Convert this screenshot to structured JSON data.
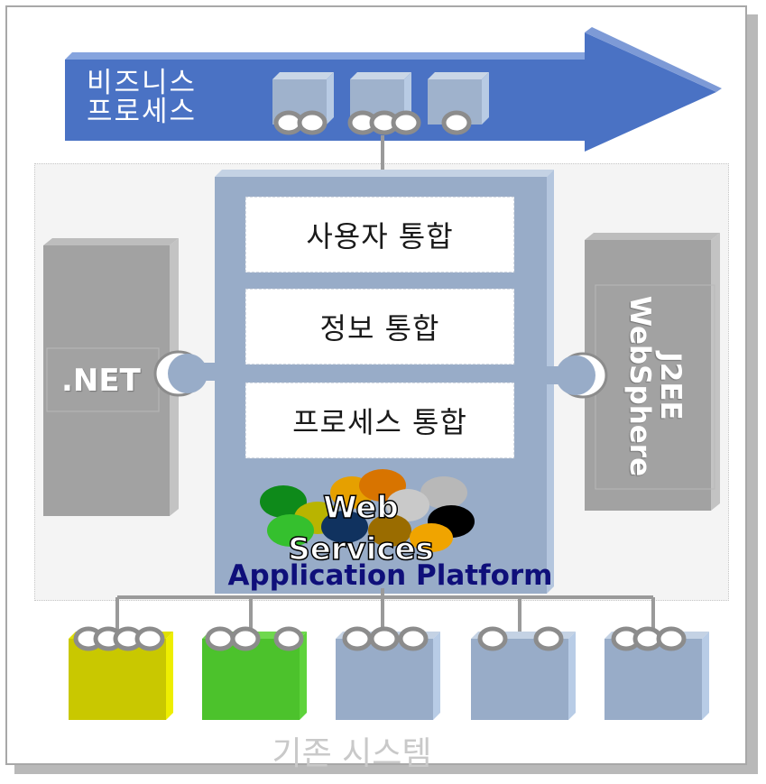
{
  "business_process": {
    "line1": "비즈니스",
    "line2": "프로세스"
  },
  "integration_layers": [
    "사용자 통합",
    "정보 통합",
    "프로세스 통합"
  ],
  "dotnet": {
    "label": ".NET"
  },
  "j2ee": {
    "line1": "J2EE",
    "line2": "WebSphere"
  },
  "web_services": {
    "line1": "Web",
    "line2": "Services"
  },
  "platform": {
    "label": "Application Platform"
  },
  "legacy": {
    "label": "기존 시스템"
  },
  "colors": {
    "arrow": "#4a72c4",
    "platform_box": "#98acc8",
    "legacy_yellow": "#c9c800",
    "legacy_green": "#4cc22c",
    "legacy_blue": "#98acc8",
    "side_server": "#a0a0a0",
    "platform_text": "#0f0f7a"
  },
  "icons": [
    "connector-ring-icon",
    "module-cube-icon",
    "web-services-bubbles-icon"
  ]
}
